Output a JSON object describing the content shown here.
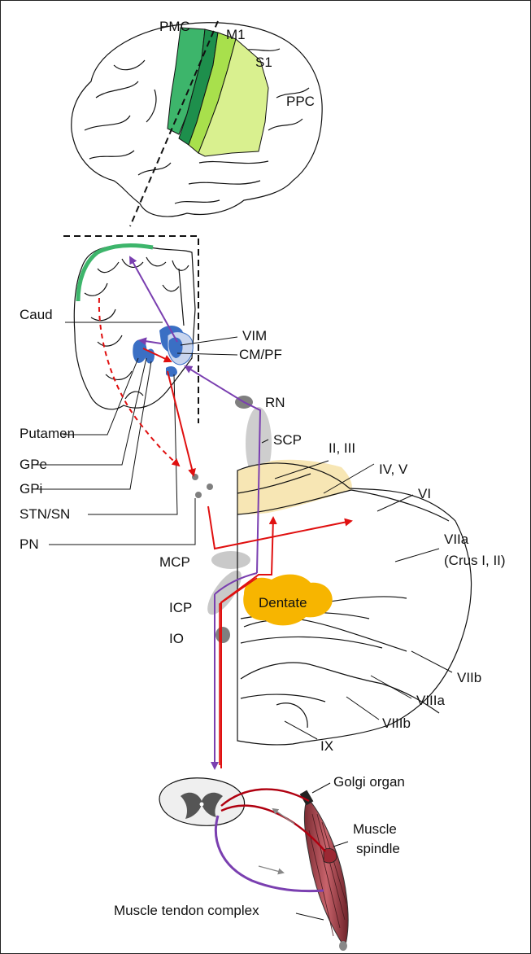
{
  "cortex": {
    "pmc": "PMC",
    "m1": "M1",
    "s1": "S1",
    "ppc": "PPC"
  },
  "slice": {
    "caud": "Caud",
    "vim": "VIM",
    "cm_pf": "CM/PF",
    "putamen": "Putamen",
    "gpe": "GPe",
    "gpi": "GPi",
    "stn_sn": "STN/SN",
    "pn": "PN"
  },
  "brainstem": {
    "rn": "RN",
    "scp": "SCP",
    "mcp": "MCP",
    "icp": "ICP",
    "io": "IO",
    "dentate": "Dentate"
  },
  "cerebellum": {
    "ii_iii": "II, III",
    "iv_v": "IV, V",
    "vi": "VI",
    "viia": "VIIa",
    "crus": "(Crus I, II)",
    "viib": "VIIb",
    "viiia": "VIIIa",
    "viiib": "VIIIb",
    "ix": "IX"
  },
  "periphery": {
    "golgi": "Golgi organ",
    "muscle": "Muscle",
    "spindle": "spindle",
    "mtc": "Muscle tendon complex"
  },
  "colors": {
    "premotor": "#3db56b",
    "motor": "#1e8f4c",
    "sensory": "#a8e04c",
    "parietal": "#d9f08f",
    "basal_ganglia": "#3a6fc4",
    "anterior_lobe": "#f7e6b4",
    "dentate": "#f7b500",
    "red_pathway": "#e01010",
    "purple_pathway": "#7a3fb0",
    "peduncle": "#c9c9c9"
  }
}
